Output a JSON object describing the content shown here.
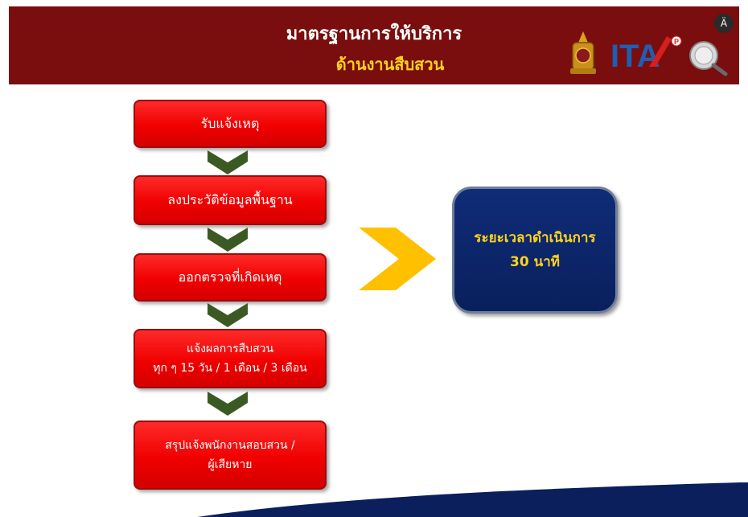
{
  "header": {
    "title": "มาตรฐานการให้บริการ",
    "subtitle": "ด้านงานสืบสวน",
    "translate_icon": "Ä",
    "logo_text": "ITA",
    "logo_sup": "P"
  },
  "steps": [
    {
      "lines": [
        "รับแจ้งเหตุ"
      ]
    },
    {
      "lines": [
        "ลงประวัติข้อมูลพื้นฐาน"
      ]
    },
    {
      "lines": [
        "ออกตรวจที่เกิดเหตุ"
      ]
    },
    {
      "lines": [
        "แจ้งผลการสืบสวน",
        "ทุก ๆ 15 วัน / 1 เดือน / 3 เดือน"
      ]
    },
    {
      "lines": [
        "สรุปแจ้งพนักงานสอบสวน /",
        "ผู้เสียหาย"
      ]
    }
  ],
  "result": {
    "line1": "ระยะเวลาดำเนินการ",
    "line2": "30 นาที"
  },
  "colors": {
    "header_bg": "#7a0d0d",
    "step_red": "#f00000",
    "chevron_green": "#3b5a23",
    "arrow_yellow": "#ffc000",
    "result_navy": "#0f2c78",
    "result_text": "#ffd21e"
  }
}
